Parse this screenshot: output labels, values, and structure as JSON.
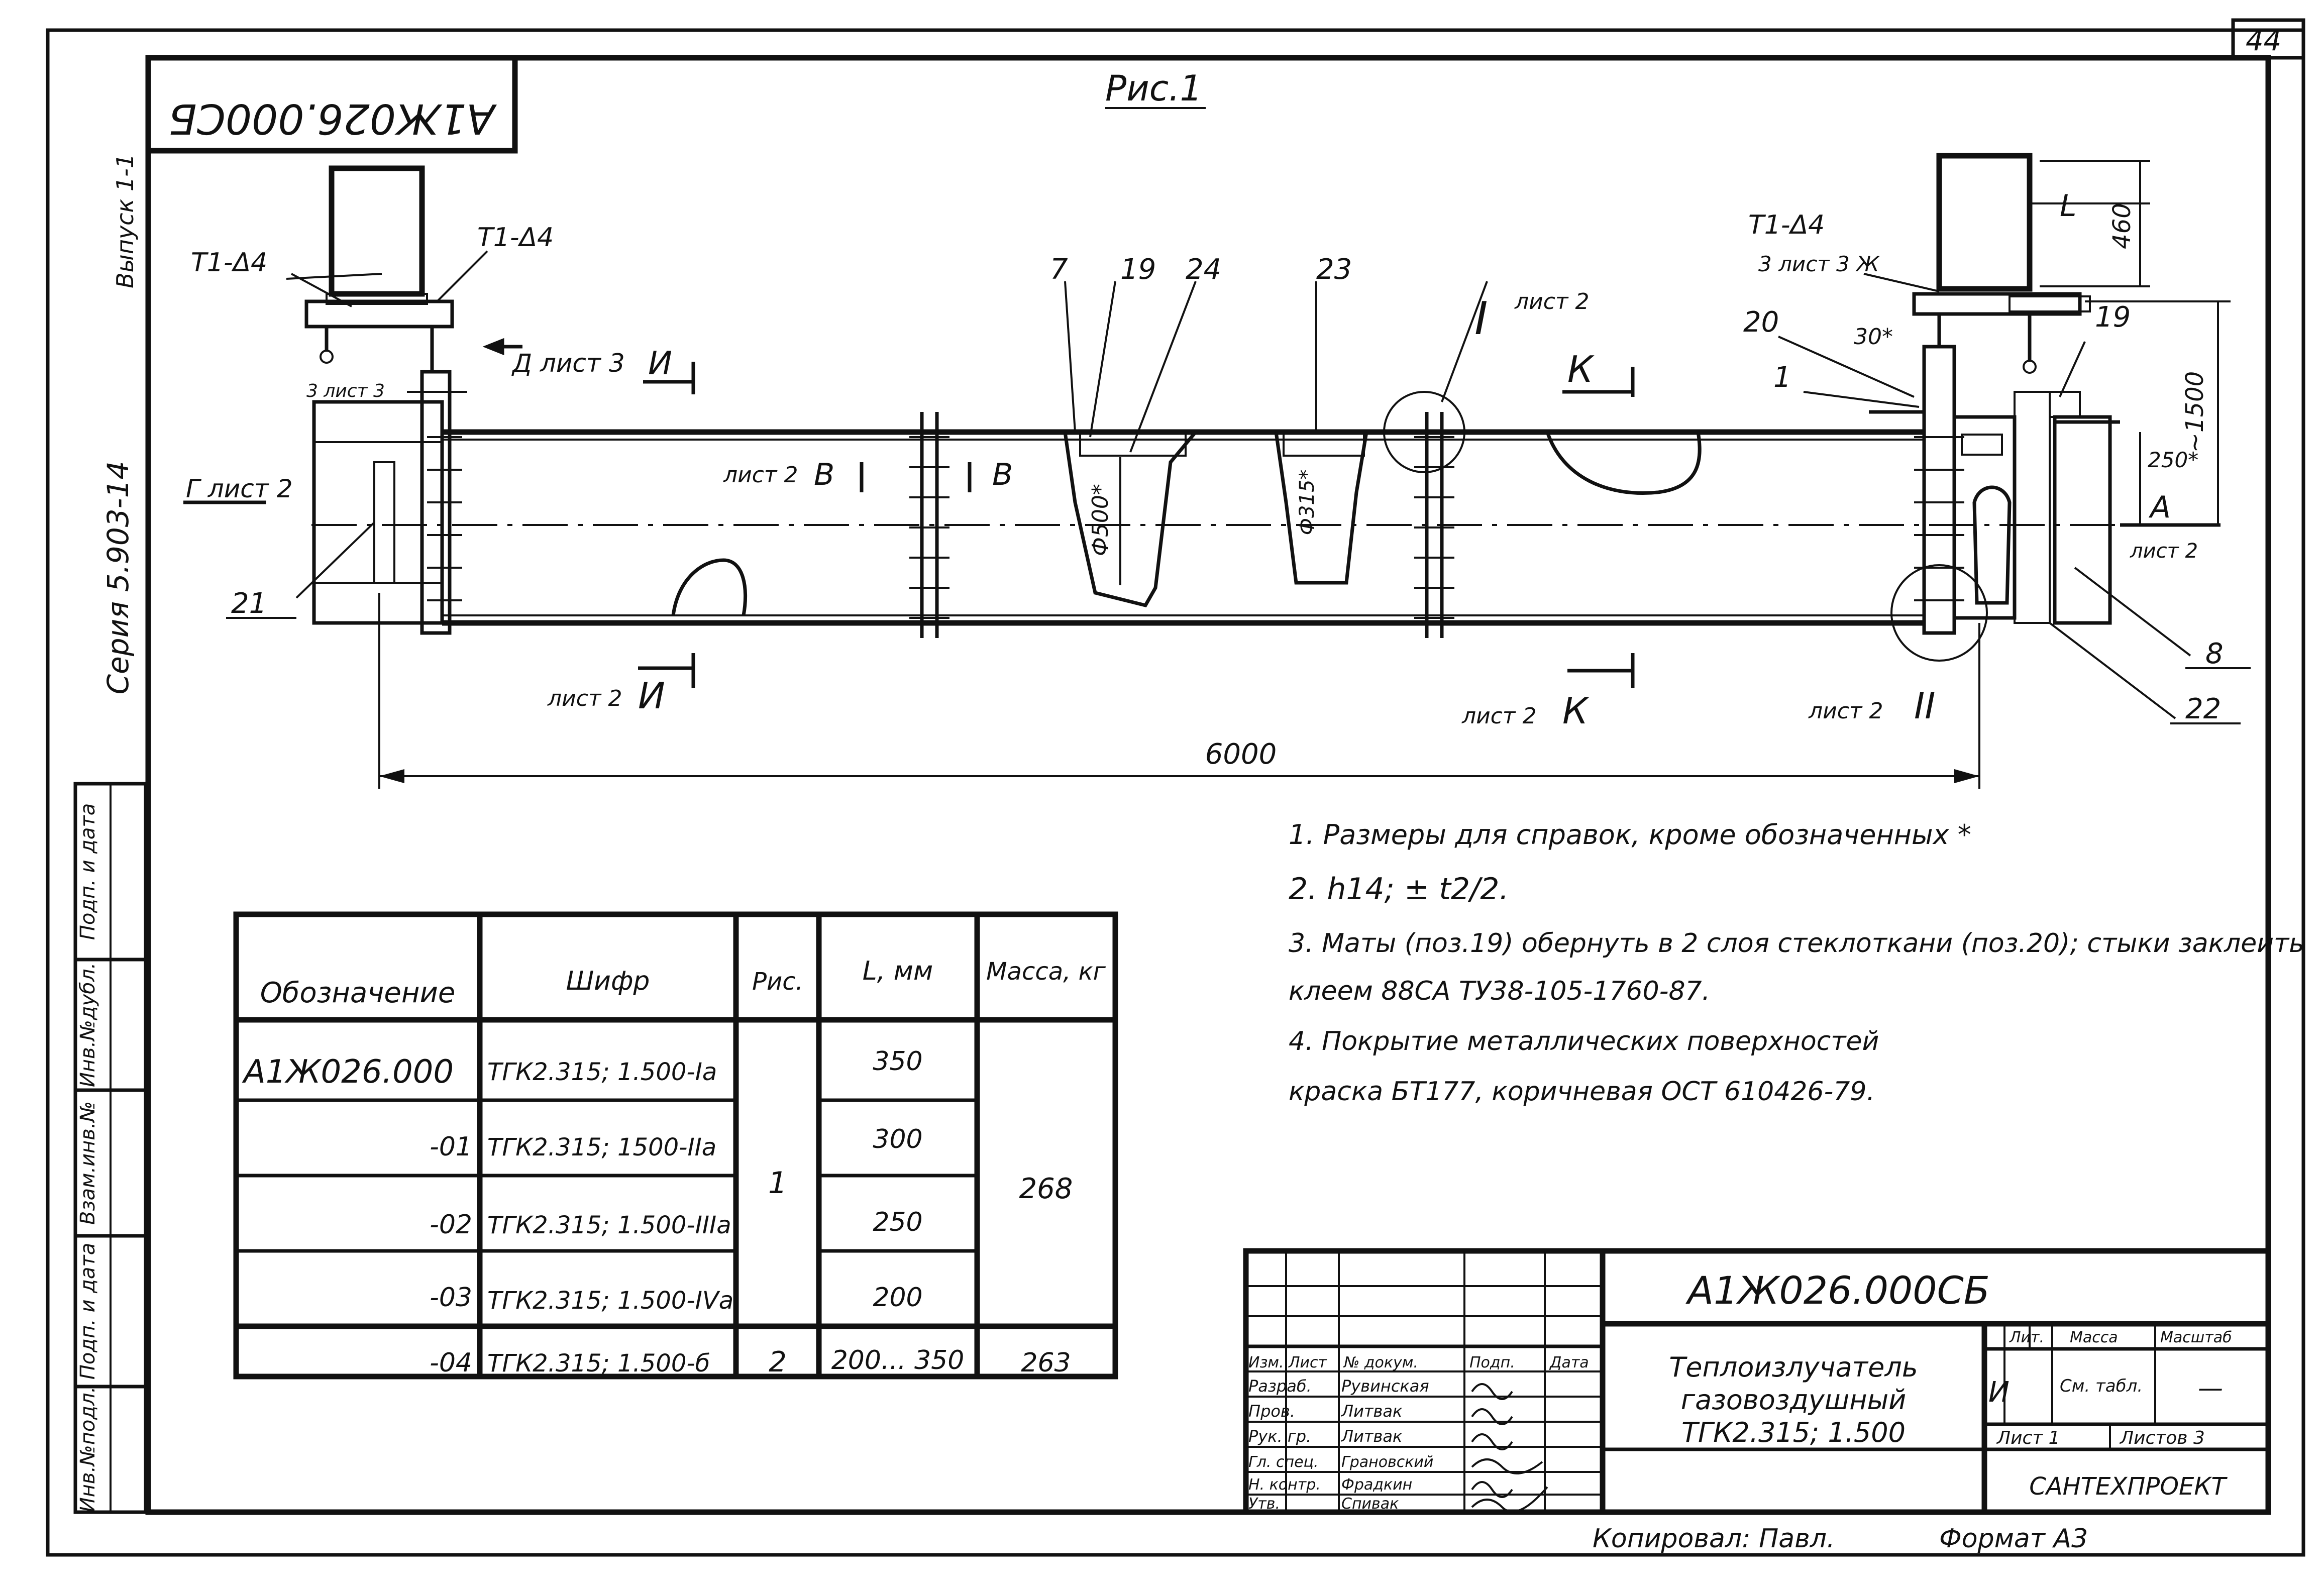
{
  "sheet": {
    "page_number": "44",
    "designation_stamp": "А1Ж026.000СБ",
    "figure_label": "Рис.1",
    "left_margin": {
      "release": "Выпуск 1-1",
      "series": "Серия 5.903-14"
    }
  },
  "margin_table": {
    "labels": [
      "Инв.№подл.",
      "Подп. и дата",
      "Взам.инв.№",
      "Инв.№дубл.",
      "Подп. и дата"
    ]
  },
  "drawing": {
    "callouts": {
      "weld_left_1": "Т1-Δ4",
      "weld_left_2": "Т1-Δ4",
      "weld_right": "Т1-Δ4",
      "view_d": "Д лист 3",
      "view_g": "Г лист 2",
      "view_z_left": "3 лист 3",
      "view_z_right": "3 лист 3 Ж",
      "section_i_top": "И",
      "section_i_bottom": "И",
      "sheet2_i": "лист 2",
      "section_v_sheet": "лист 2",
      "section_v1": "В",
      "section_v2": "В",
      "node_i": "I",
      "node_i_sheet": "лист 2",
      "view_k_top": "К",
      "view_k_bottom": "К",
      "view_k_sheet": "лист 2",
      "node_ii": "II",
      "node_ii_sheet": "лист 2",
      "view_a": "А",
      "view_a_sheet": "лист 2",
      "dia_500": "Ф500*",
      "dia_315": "Ф315*",
      "dim_30": "30*",
      "dim_250": "250*",
      "dim_1500": "~1500",
      "dim_460": "460",
      "dim_l": "L",
      "dim_6000": "6000"
    },
    "positions": [
      "7",
      "19",
      "24",
      "23",
      "20",
      "1",
      "19",
      "21",
      "8",
      "22"
    ]
  },
  "notes": [
    "1. Размеры для справок, кроме обозначенных *",
    "2. h14;  ± t2/2.",
    "3. Маты (поз.19) обернуть в 2 слоя стеклоткани (поз.20); стыки заклеить",
    "клеем 88СА ТУ38-105-1760-87.",
    "4. Покрытие металлических поверхностей",
    "краска БТ177, коричневая ОСТ 610426-79."
  ],
  "variants_table": {
    "headers": [
      "Обозначение",
      "Шифр",
      "Рис.",
      "L, мм",
      "Масса, кг"
    ],
    "rows": [
      {
        "designation": "А1Ж026.000",
        "code": "ТГК2.315; 1.500-Iа",
        "fig": "",
        "l": "350",
        "mass": ""
      },
      {
        "designation": "-01",
        "code": "ТГК2.315; 1500-IIа",
        "fig": "1",
        "l": "300",
        "mass": "268"
      },
      {
        "designation": "-02",
        "code": "ТГК2.315; 1.500-IIIа",
        "fig": "",
        "l": "250",
        "mass": ""
      },
      {
        "designation": "-03",
        "code": "ТГК2.315; 1.500-IVа",
        "fig": "",
        "l": "200",
        "mass": ""
      },
      {
        "designation": "-04",
        "code": "ТГК2.315; 1.500-б",
        "fig": "2",
        "l": "200... 350",
        "mass": "263"
      }
    ]
  },
  "title_block": {
    "document_code": "А1Ж026.000СБ",
    "title_line1": "Теплоизлучатель",
    "title_line2": "газовоздушный",
    "title_line3": "ТГК2.315; 1.500",
    "col_headers": [
      "Изм.",
      "Лист",
      "№ докум.",
      "Подп.",
      "Дата"
    ],
    "signatures": [
      {
        "role": "Разраб.",
        "name": "Рувинская"
      },
      {
        "role": "Пров.",
        "name": "Литвак"
      },
      {
        "role": "Рук. гр.",
        "name": "Литвак"
      },
      {
        "role": "Гл. спец.",
        "name": "Грановский"
      },
      {
        "role": "Н. контр.",
        "name": "Фрадкин"
      },
      {
        "role": "Утв.",
        "name": "Спивак"
      }
    ],
    "lit_label": "Лит.",
    "mass_label": "Масса",
    "scale_label": "Масштаб",
    "lit_value": "И",
    "mass_value": "См. табл.",
    "scale_value": "—",
    "sheet_label": "Лист 1",
    "sheets_label": "Листов 3",
    "organization": "САНТЕХПРОЕКТ",
    "copied_by": "Копировал: Павл.",
    "format": "Формат А3"
  }
}
